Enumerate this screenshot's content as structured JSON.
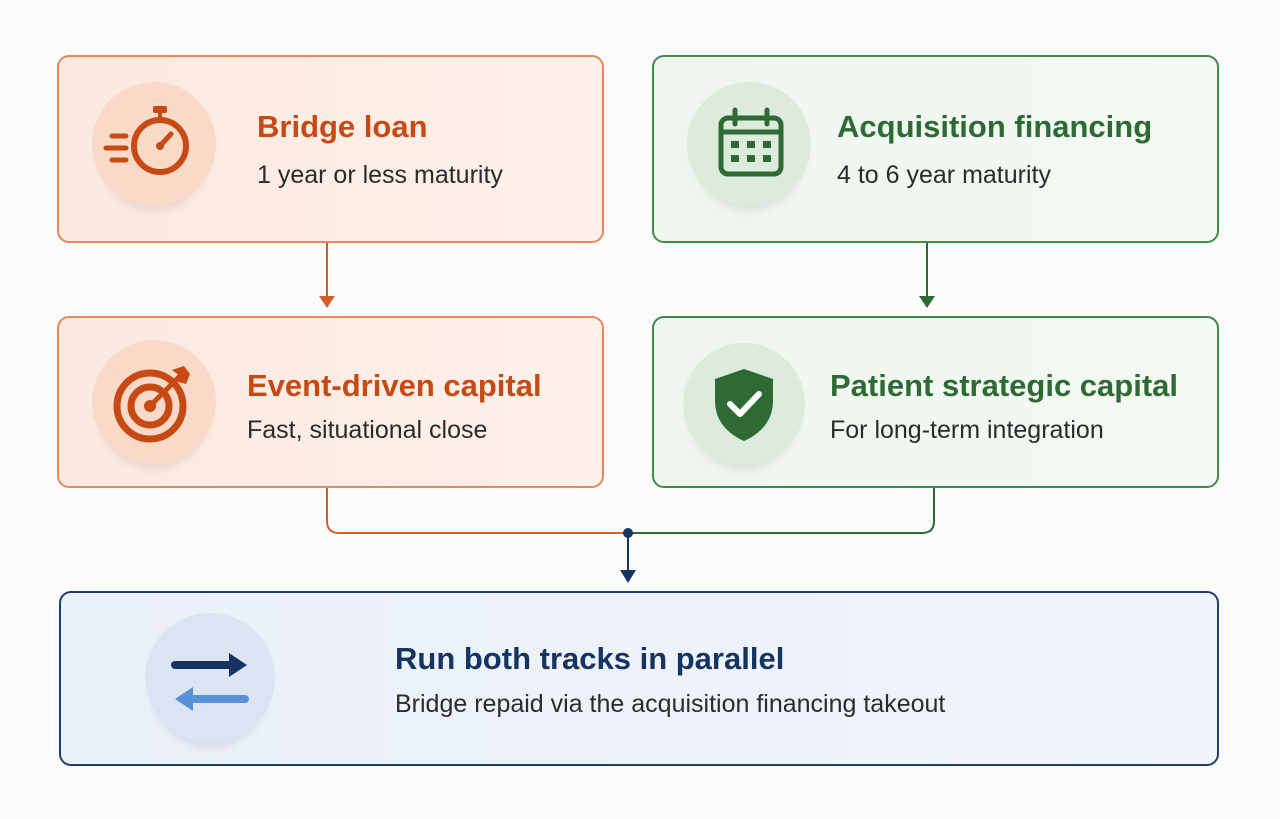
{
  "cards": {
    "bridge": {
      "title": "Bridge loan",
      "subtitle": "1 year or less maturity",
      "icon": "stopwatch-icon"
    },
    "acquisition": {
      "title": "Acquisition financing",
      "subtitle": "4 to 6 year maturity",
      "icon": "calendar-icon"
    },
    "event": {
      "title": "Event-driven capital",
      "subtitle": "Fast, situational close",
      "icon": "target-icon"
    },
    "patient": {
      "title": "Patient strategic capital",
      "subtitle": "For long-term integration",
      "icon": "shield-check-icon"
    },
    "parallel": {
      "title": "Run both tracks in parallel",
      "subtitle": "Bridge repaid via the acquisition financing takeout",
      "icon": "swap-arrows-icon"
    }
  },
  "colors": {
    "orange": "#c74a14",
    "green": "#2e6a34",
    "navy": "#163462",
    "light_blue": "#5b8fd6"
  }
}
